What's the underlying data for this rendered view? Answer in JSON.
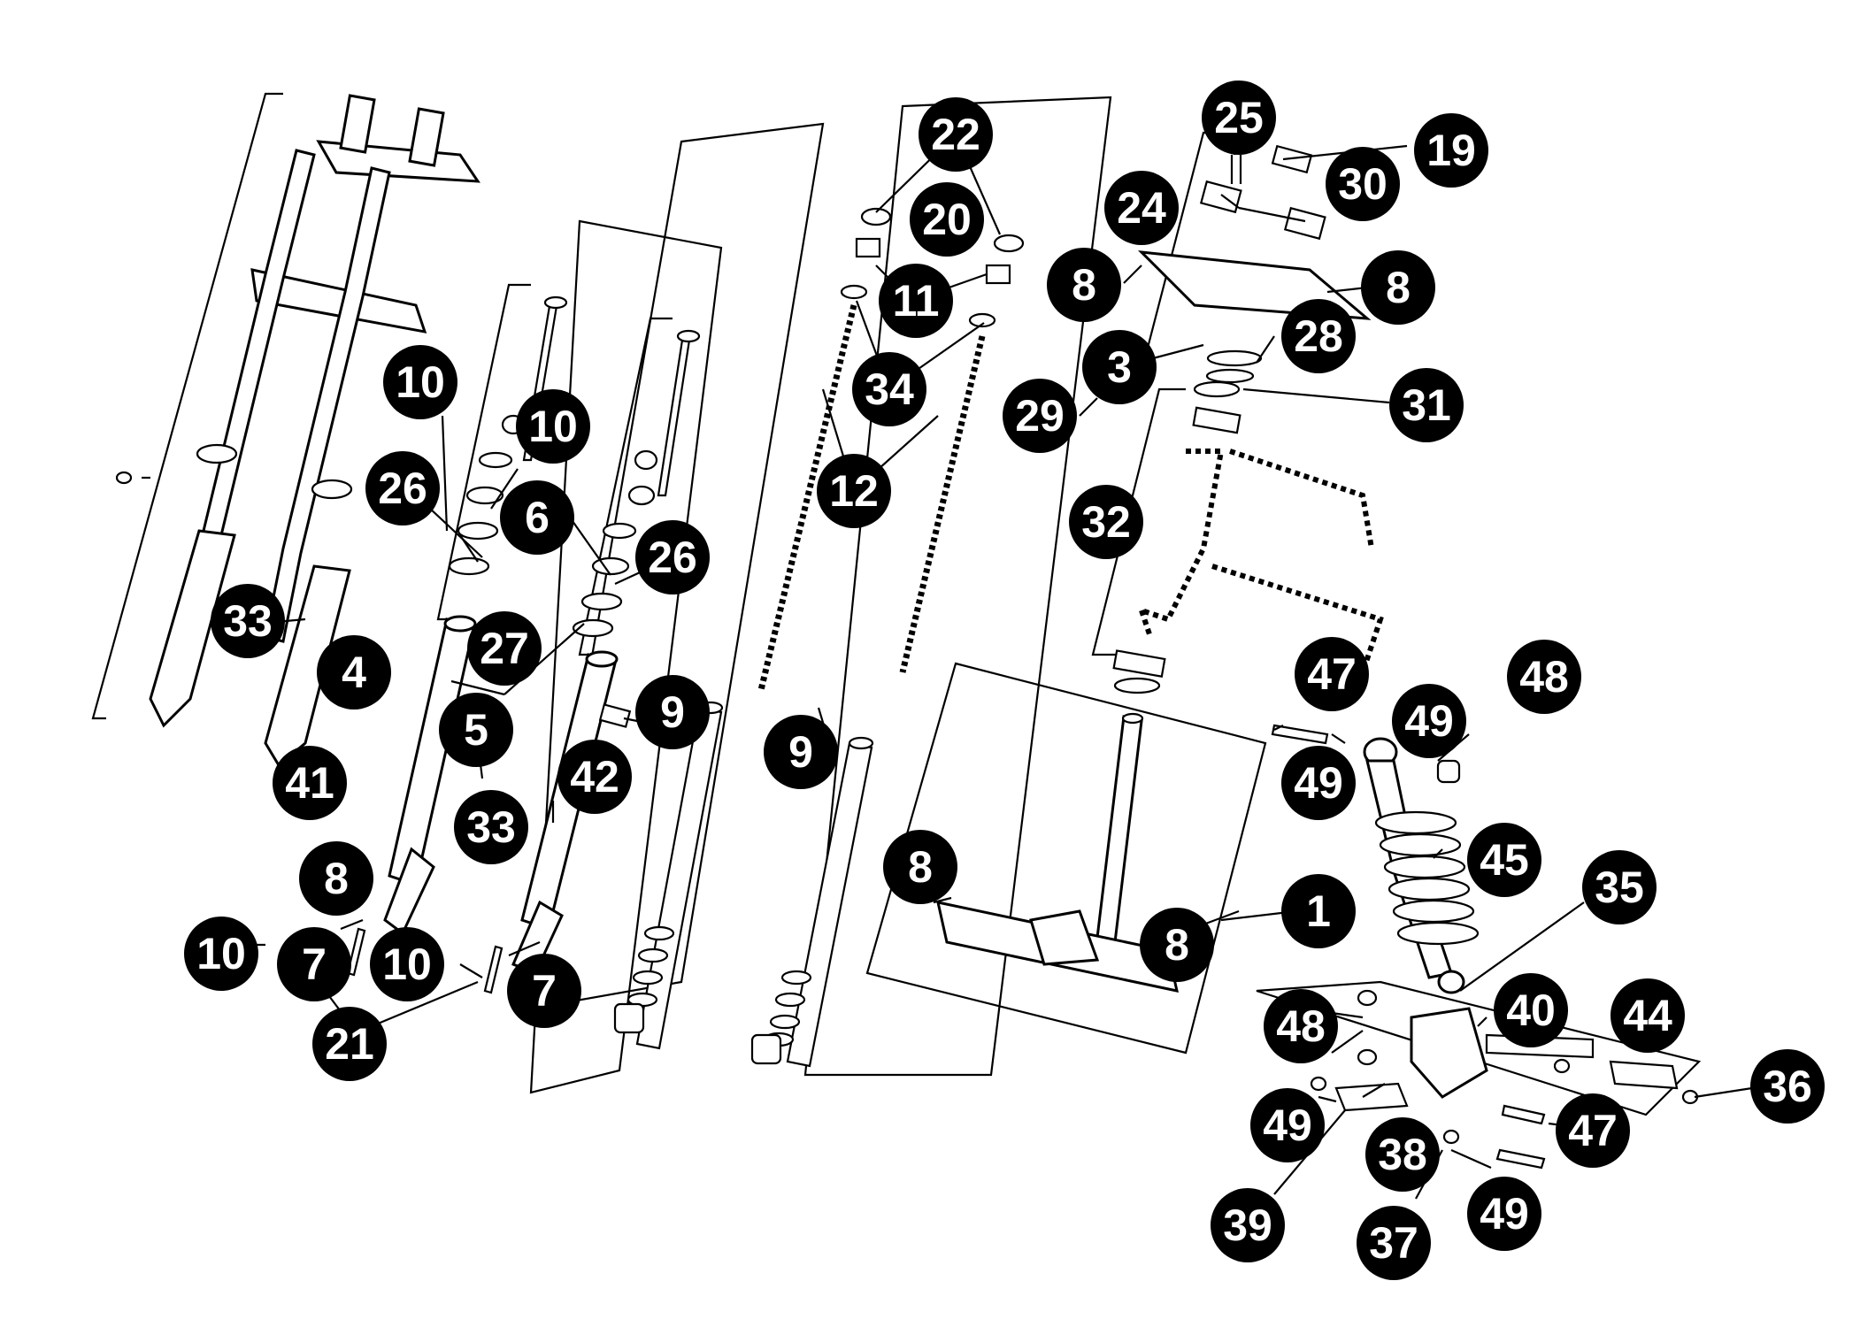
{
  "callouts": [
    {
      "id": "22-top",
      "text": "22"
    },
    {
      "id": "25",
      "text": "25"
    },
    {
      "id": "19",
      "text": "19"
    },
    {
      "id": "30",
      "text": "30"
    },
    {
      "id": "20",
      "text": "20"
    },
    {
      "id": "24",
      "text": "24"
    },
    {
      "id": "8-tl",
      "text": "8"
    },
    {
      "id": "8-tr",
      "text": "8"
    },
    {
      "id": "11",
      "text": "11"
    },
    {
      "id": "28",
      "text": "28"
    },
    {
      "id": "10-a",
      "text": "10"
    },
    {
      "id": "10-b",
      "text": "10"
    },
    {
      "id": "3",
      "text": "3"
    },
    {
      "id": "34",
      "text": "34"
    },
    {
      "id": "31",
      "text": "31"
    },
    {
      "id": "29",
      "text": "29"
    },
    {
      "id": "26-a",
      "text": "26"
    },
    {
      "id": "6",
      "text": "6"
    },
    {
      "id": "12",
      "text": "12"
    },
    {
      "id": "32",
      "text": "32"
    },
    {
      "id": "26-b",
      "text": "26"
    },
    {
      "id": "33-a",
      "text": "33"
    },
    {
      "id": "27",
      "text": "27"
    },
    {
      "id": "4",
      "text": "4"
    },
    {
      "id": "47-a",
      "text": "47"
    },
    {
      "id": "48-a",
      "text": "48"
    },
    {
      "id": "9-a",
      "text": "9"
    },
    {
      "id": "5",
      "text": "5"
    },
    {
      "id": "49-a",
      "text": "49"
    },
    {
      "id": "9-b",
      "text": "9"
    },
    {
      "id": "41",
      "text": "41"
    },
    {
      "id": "42",
      "text": "42"
    },
    {
      "id": "49-b",
      "text": "49"
    },
    {
      "id": "33-b",
      "text": "33"
    },
    {
      "id": "45",
      "text": "45"
    },
    {
      "id": "8-ml",
      "text": "8"
    },
    {
      "id": "8-l",
      "text": "8"
    },
    {
      "id": "1",
      "text": "1"
    },
    {
      "id": "35",
      "text": "35"
    },
    {
      "id": "8-mr",
      "text": "8"
    },
    {
      "id": "10-c",
      "text": "10"
    },
    {
      "id": "7-a",
      "text": "7"
    },
    {
      "id": "10-d",
      "text": "10"
    },
    {
      "id": "7-b",
      "text": "7"
    },
    {
      "id": "40",
      "text": "40"
    },
    {
      "id": "44",
      "text": "44"
    },
    {
      "id": "48-b",
      "text": "48"
    },
    {
      "id": "21",
      "text": "21"
    },
    {
      "id": "36",
      "text": "36"
    },
    {
      "id": "49-c",
      "text": "49"
    },
    {
      "id": "38",
      "text": "38"
    },
    {
      "id": "47-b",
      "text": "47"
    },
    {
      "id": "39",
      "text": "39"
    },
    {
      "id": "49-d",
      "text": "49"
    },
    {
      "id": "37",
      "text": "37"
    }
  ]
}
